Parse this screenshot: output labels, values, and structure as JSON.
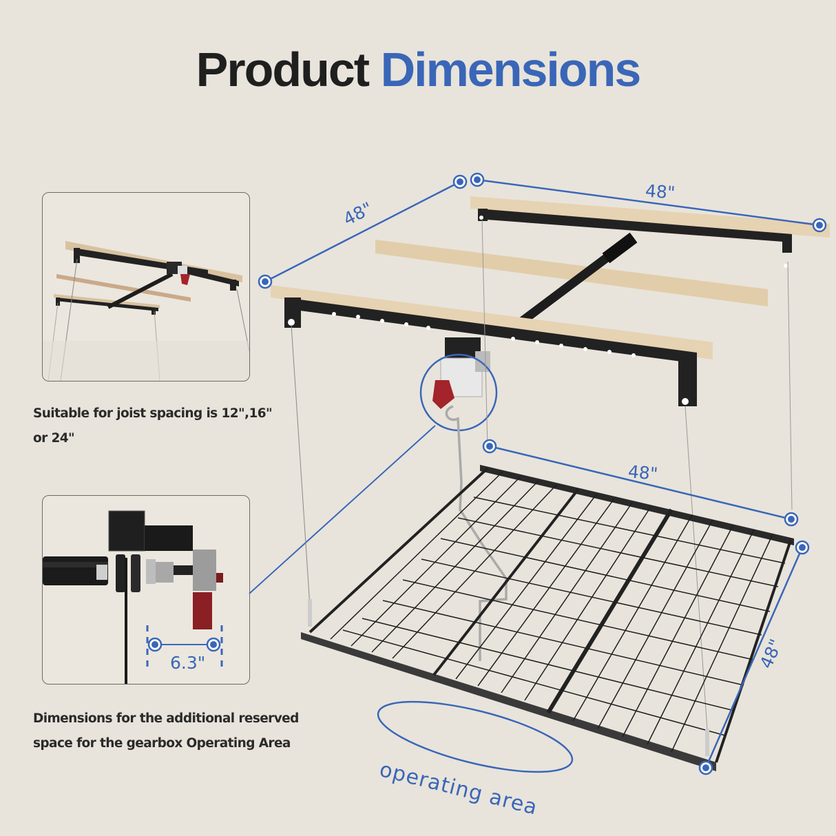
{
  "title": {
    "part1": "Product",
    "part2": "Dimensions"
  },
  "colors": {
    "background": "#e8e4db",
    "accent_blue": "#3a66b8",
    "title_dark": "#1f1f1f",
    "wood": "#e6d3b3",
    "metal": "#232323",
    "brake_red": "#a3242a"
  },
  "panels": {
    "top_left": {
      "caption": "Suitable for joist spacing is 12\",16\" or 24\"",
      "caption_line1": "Suitable for joist spacing is 12\",16\"",
      "caption_line2": "or 24\""
    },
    "bottom_left": {
      "dimension": "6.3\"",
      "caption_line1": "Dimensions for the additional reserved",
      "caption_line2": "space for the gearbox Operating Area"
    }
  },
  "main_diagram": {
    "dimensions": {
      "top_depth": "48\"",
      "top_width": "48\"",
      "rack_width": "48\"",
      "rack_depth": "48\""
    },
    "operating_area_label": "operating area"
  }
}
